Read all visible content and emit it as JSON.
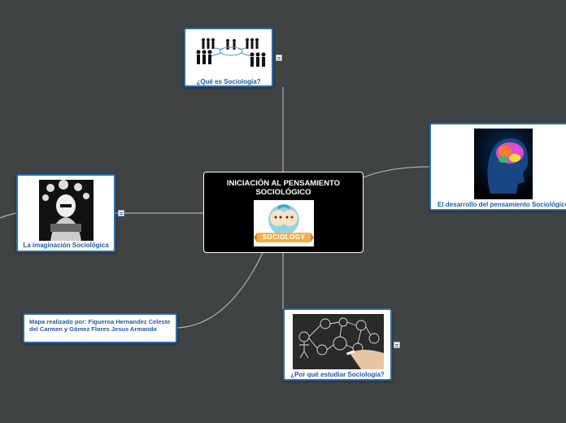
{
  "central": {
    "title": "INICIACIÓN AL PENSAMIENTO SOCIOLÓGICO",
    "badge": "SOCIOLOGY"
  },
  "nodes": {
    "que_es": "¿Qué es Sociología?",
    "desarrollo": "El desarrollo del pensamiento Sociológico",
    "imaginacion": "La imaginación Sociológica",
    "por_que": "¿Por qué estudiar Sociología?"
  },
  "credit": "Mapa realizado por: Figueroa Hernandez Celeste del Carmen y  Gómez Flores Jesus Armando",
  "colors": {
    "background": "#3f4343",
    "accent": "#2b6cb0",
    "caption": "#1f5aa6",
    "connector": "#aab0b0"
  }
}
